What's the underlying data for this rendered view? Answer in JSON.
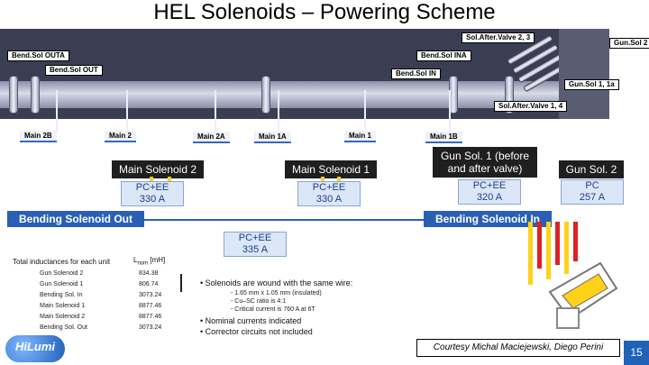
{
  "title": "HEL Solenoids – Powering Scheme",
  "beamline": {
    "labels": {
      "bend_sol_outa": "Bend.Sol OUTA",
      "bend_sol_out": "Bend.Sol OUT",
      "bend_sol_ina": "Bend.Sol INA",
      "bend_sol_in": "Bend.Sol IN",
      "sol_after_valve_23": "Sol.After.Valve 2, 3",
      "gun_sol_2": "Gun.Sol 2",
      "gun_sol_1a": "Gun.Sol 1, 1a",
      "sol_after_valve_14": "Sol.After.Valve 1, 4"
    },
    "mains": [
      "Main 2B",
      "Main 2",
      "Main 2A",
      "Main 1A",
      "Main 1",
      "Main 1B"
    ]
  },
  "power": {
    "main_solenoid_2": "Main Solenoid 2",
    "main_solenoid_1": "Main Solenoid 1",
    "gun_sol_1": [
      "Gun Sol. 1 (before",
      "and after valve)"
    ],
    "gun_sol_2": "Gun Sol. 2",
    "pc_main2": [
      "PC+EE",
      "330 A"
    ],
    "pc_main1": [
      "PC+EE",
      "330 A"
    ],
    "pc_gun1": [
      "PC+EE",
      "320 A"
    ],
    "pc_gun2": [
      "PC",
      "257 A"
    ],
    "bending_out": "Bending Solenoid Out",
    "bending_in": "Bending Solenoid In",
    "pc_bending": [
      "PC+EE",
      "335 A"
    ]
  },
  "inductance": {
    "header": "Total inductances for each unit",
    "unit_header_main": "L",
    "unit_header_sub": "nom",
    "unit_header_unit": "[mH]",
    "rows": [
      {
        "name": "Gun Solenoid 2",
        "value": "834.38"
      },
      {
        "name": "Gun Solenoid 1",
        "value": "806.74"
      },
      {
        "name": "Bending Sol. In",
        "value": "3073.24"
      },
      {
        "name": "Main Solenoid 1",
        "value": "8877.46"
      },
      {
        "name": "Main Solenoid 2",
        "value": "8877.46"
      },
      {
        "name": "Bending Sol. Out",
        "value": "3073.24"
      }
    ]
  },
  "notes": {
    "bullet1": "Solenoids are wound with the same wire:",
    "sub1": "1.65 mm x 1.05 mm (insulated)",
    "sub2": "Cu–SC ratio is 4:1",
    "sub3": "Critical current is 760 A at 6T",
    "bullet2": "Nominal currents indicated",
    "bullet3": "Corrector circuits not included"
  },
  "footer": {
    "logo": "HiLumi",
    "credit": "Courtesy Michal Maciejewski, Diego Perini",
    "page": "15"
  },
  "colors": {
    "accent_blue": "#2a5fb4",
    "pc_fill": "#dbe6f6",
    "ps_box": "#1f1f1f",
    "lead_yellow": "#ffd21a"
  }
}
